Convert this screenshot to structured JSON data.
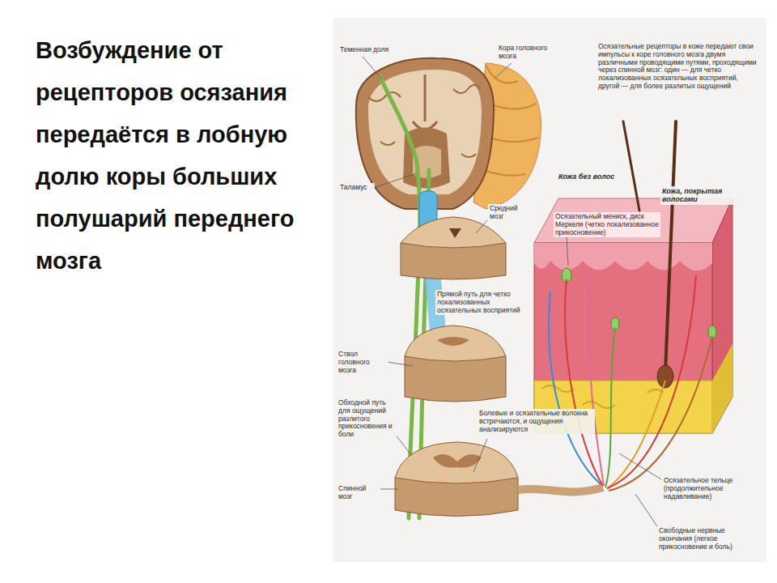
{
  "diagram": {
    "title": "Возбуждение от рецепторов осязания передаётся в лобную долю коры больших полушарий переднего мозга",
    "labels": [
      "Теменная доля",
      "Кора головного мозга",
      "Осязательные рецепторы в коже передают свои импульсы к коре головного мозга двумя различными проводящими путями, проходящими через спинной мозг: один — для четко локализованных осязательных восприятий, другой — для более разлитых ощущений",
      "Таламус",
      "Кожа без волос",
      "Кожа, покрытая волосами",
      "Средний мозг",
      "Осязательный мениск, диск Меркеля (четко локализованное прикосновение)",
      "Прямой путь для четко локализованных осязательных восприятий",
      "Ствол головного мозга",
      "Обходной путь для ощущений разлитого прикосновения и боли",
      "Болевые и осязательные волокна встречаются, и ощущения анализируются",
      "Спинной мозг",
      "Осязательное тельце (продолжительное надавливание)",
      "Свободные нервные окончания (легкое прикосновение и боль)"
    ]
  }
}
